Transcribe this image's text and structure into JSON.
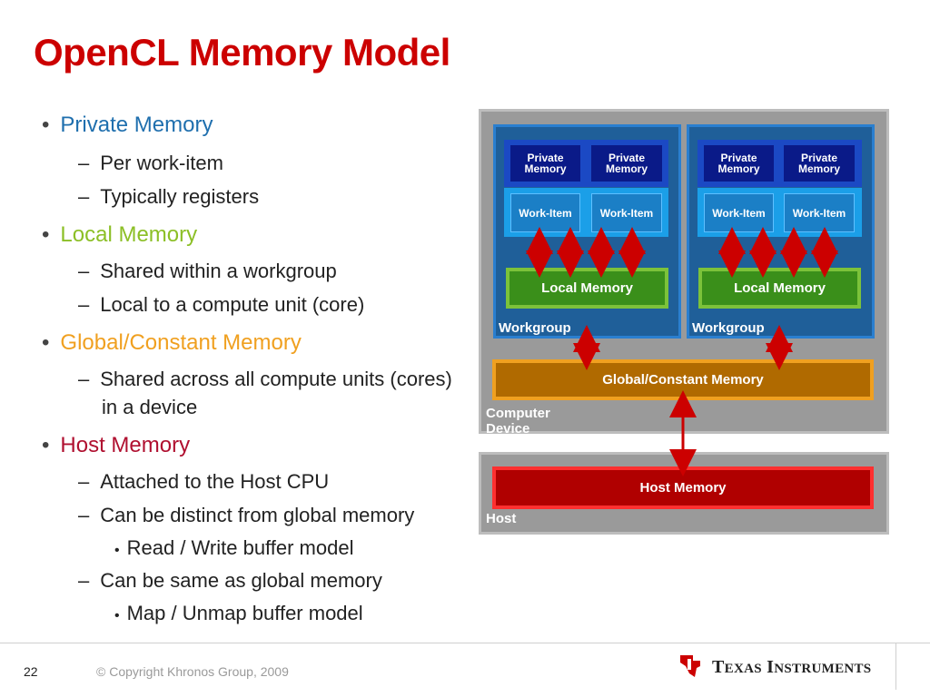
{
  "slide": {
    "title": "OpenCL Memory Model",
    "page_number": "22",
    "copyright": "© Copyright Khronos Group, 2009",
    "logo_text": "Texas Instruments"
  },
  "bullets": [
    {
      "text": "Private Memory",
      "color": "#1f6fae",
      "sub": [
        {
          "text": "Per work-item"
        },
        {
          "text": "Typically registers"
        }
      ]
    },
    {
      "text": "Local Memory",
      "color": "#8cbf26",
      "sub": [
        {
          "text": "Shared within a workgroup"
        },
        {
          "text": "Local to a compute unit (core)"
        }
      ]
    },
    {
      "text": "Global/Constant Memory",
      "color": "#f0a020",
      "sub": [
        {
          "text": "Shared across all compute units (cores)",
          "cont": "in a device"
        }
      ]
    },
    {
      "text": "Host Memory",
      "color": "#b01030",
      "sub": [
        {
          "text": "Attached to the Host CPU"
        },
        {
          "text": "Can be distinct from global memory",
          "sub": [
            "Read / Write buffer model"
          ]
        },
        {
          "text": "Can be same as global memory",
          "sub": [
            "Map / Unmap buffer model"
          ]
        }
      ]
    }
  ],
  "diagram": {
    "private_memory_label": "Private\nMemory",
    "work_item_label": "Work-Item",
    "local_memory_label": "Local Memory",
    "workgroup_label": "Workgroup",
    "global_memory_label": "Global/Constant Memory",
    "device_label": "Computer Device",
    "host_memory_label": "Host Memory",
    "host_label": "Host",
    "colors": {
      "device_bg": "#9a9a9a",
      "workgroup_bg": "#1f5f99",
      "private": "#0a1a88",
      "workitem": "#1b8fd6",
      "local_memory": "#3a8f1a",
      "local_border": "#7cc23a",
      "global": "#b06a00",
      "global_border": "#f0a020",
      "host_mem": "#b00000",
      "host_border": "#ff3030",
      "arrow": "#cc0000"
    }
  }
}
